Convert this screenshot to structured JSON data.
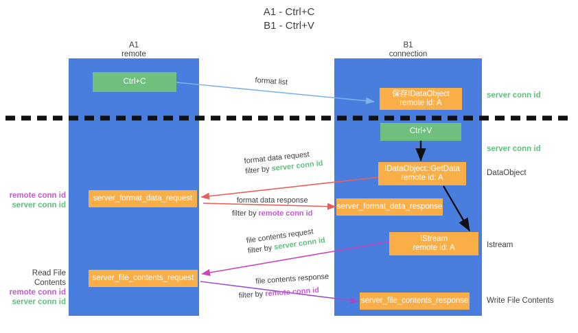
{
  "title": "A1 - Ctrl+C\nB1 - Ctrl+V",
  "colors": {
    "lane": "#4a7ede",
    "green_box": "#6fc07e",
    "orange_box": "#f9ae48",
    "server_conn_id": "#5fc07c",
    "remote_conn_id": "#c45ad0",
    "arrow_blue": "#7fb3e8",
    "arrow_red": "#e8605a",
    "arrow_magenta": "#cc44bb",
    "arrow_purple": "#9a4fc9",
    "arrow_black": "#000000",
    "divider": "#111111",
    "text": "#3c4043"
  },
  "lanes": [
    {
      "id": "a1",
      "title": "A1\nremote"
    },
    {
      "id": "b1",
      "title": "B1\nconnection"
    }
  ],
  "nodes": [
    {
      "id": "ctrl-c",
      "label": "Ctrl+C",
      "style": "green"
    },
    {
      "id": "save-idataobject",
      "label": "保存IDataObject\nremote id: A",
      "style": "orange"
    },
    {
      "id": "ctrl-v",
      "label": "Ctrl+V",
      "style": "green"
    },
    {
      "id": "idataobject-getdata",
      "label": "IDataObject::GetData\nremote id: A",
      "style": "orange"
    },
    {
      "id": "server-format-data-request",
      "label": "server_format_data_request",
      "style": "orange"
    },
    {
      "id": "server-format-data-response",
      "label": "server_format_data_response",
      "style": "orange"
    },
    {
      "id": "istream",
      "label": "IStream\nremote id: A",
      "style": "orange"
    },
    {
      "id": "server-file-contents-request",
      "label": "server_file_contents_request",
      "style": "orange"
    },
    {
      "id": "server-file-contents-response",
      "label": "server_file_contents_response",
      "style": "orange"
    }
  ],
  "right_annotations": [
    {
      "id": "server-conn-id-1",
      "text": "server conn id",
      "kind": "green"
    },
    {
      "id": "server-conn-id-2",
      "text": "server conn id",
      "kind": "green"
    },
    {
      "id": "dataobject",
      "text": "DataObject",
      "kind": "dark"
    },
    {
      "id": "istream-label",
      "text": "Istream",
      "kind": "dark"
    },
    {
      "id": "write-file",
      "text": "Write File Contents",
      "kind": "dark"
    }
  ],
  "left_annotations": [
    {
      "id": "format-data-conn-ids",
      "lines": [
        {
          "text": "remote conn id",
          "kind": "purple"
        },
        {
          "text": "server conn id",
          "kind": "green"
        }
      ]
    },
    {
      "id": "read-file-contents",
      "lines": [
        {
          "text": "Read File Contents",
          "kind": "dark"
        },
        {
          "text": "remote conn id",
          "kind": "purple"
        },
        {
          "text": "server conn id",
          "kind": "green"
        }
      ]
    }
  ],
  "edge_labels": [
    {
      "id": "format-list",
      "line1": "format list",
      "line2": "",
      "filter_word": ""
    },
    {
      "id": "format-data-request",
      "line1": "format data request",
      "line2": "filter by ",
      "filter_word": "server conn id",
      "filter_kind": "green"
    },
    {
      "id": "format-data-response",
      "line1": "format data response",
      "line2": "filter by ",
      "filter_word": "remote conn id",
      "filter_kind": "purple"
    },
    {
      "id": "file-contents-request",
      "line1": "file contents request",
      "line2": "filter by ",
      "filter_word": "server conn id",
      "filter_kind": "green"
    },
    {
      "id": "file-contents-response",
      "line1": "file contents response",
      "line2": "filter by ",
      "filter_word": "remote conn id",
      "filter_kind": "purple"
    }
  ]
}
